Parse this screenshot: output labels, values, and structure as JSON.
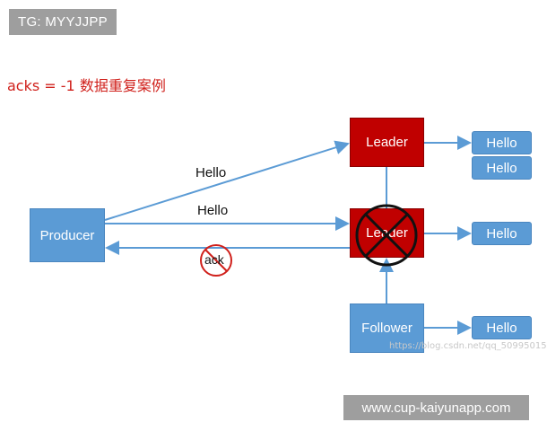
{
  "tag": "TG: MYYJJPP",
  "title": "acks = -1 数据重复案例",
  "producer": "Producer",
  "leader_top": "Leader",
  "leader_failed": "Leader",
  "follower": "Follower",
  "messages": [
    "Hello",
    "Hello",
    "Hello",
    "Hello"
  ],
  "edge_labels": {
    "to_leader_top": "Hello",
    "to_leader_failed": "Hello",
    "ack": "ack"
  },
  "watermark": "https://blog.csdn.net/qq_50995015",
  "site": "www.cup-kaiyunapp.com",
  "colors": {
    "leader": "#c00000",
    "node": "#5b9bd5",
    "arrow": "#5b9bd5",
    "title": "#d0201b",
    "cross": "#111111",
    "ack_forbidden": "#d0201b"
  },
  "icons": {
    "failed_leader": "x-circle-icon",
    "ack_blocked": "forbidden-icon"
  }
}
